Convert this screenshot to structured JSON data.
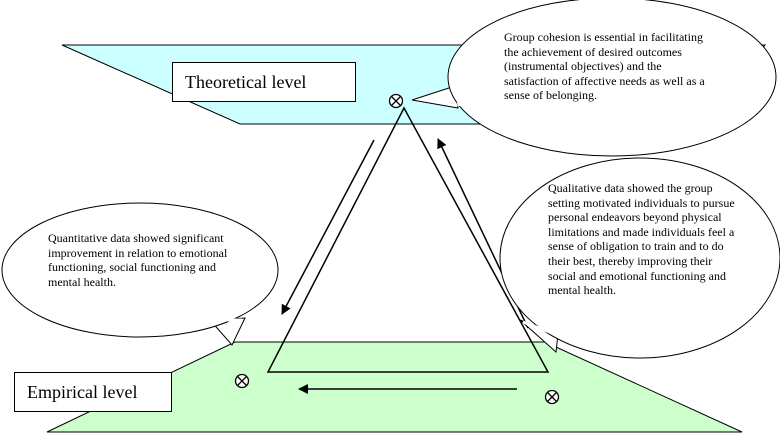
{
  "colors": {
    "theoretical_plane": "#ccffff",
    "empirical_plane": "#ccffcc",
    "line": "#000000"
  },
  "labels": {
    "theoretical": "Theoretical level",
    "empirical": "Empirical level"
  },
  "bubbles": {
    "top_right": "Group cohesion is essential in facilitating the achievement of desired outcomes (instrumental objectives) and the satisfaction of affective needs as well as a sense of belonging.",
    "left": "Quantitative data showed significant improvement in relation to emotional functioning, social functioning and mental health.",
    "right": "Qualitative data showed the group setting motivated individuals to pursue personal endeavors beyond physical limitations and made individuals feel a sense of obligation to train and to do their best, thereby improving their social and emotional functioning and mental health."
  },
  "icons": {
    "node": "circled-x-icon",
    "arrow": "arrow-icon"
  }
}
